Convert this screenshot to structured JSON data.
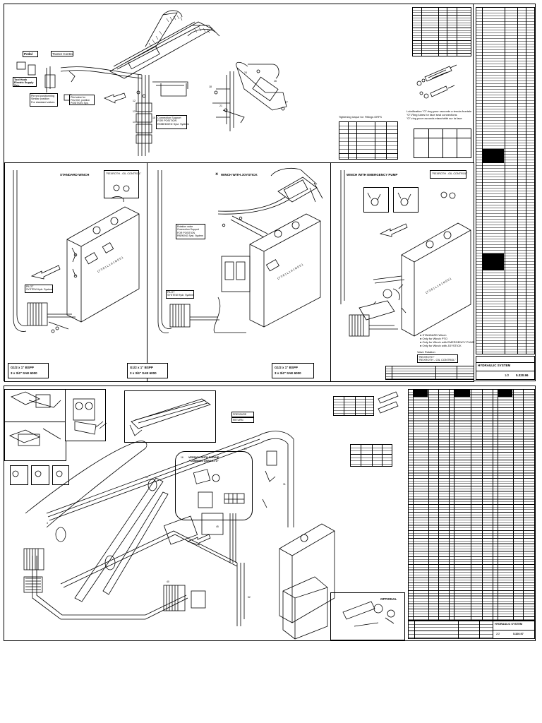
{
  "sheet1": {
    "overview": {
      "call_pedal": "Pedal",
      "call_tractor": "Tractor Control",
      "call_tool": "Tool Hook\nElectric Supply\nSys.",
      "call_pinned": "Pinned positionning\nSimilar position\nFor standard valves",
      "call_pilot": "Pilot valve for\nFirst Ctrl. position\nPOSITION: Sys.",
      "call_connection": "Connection Support\nFOR POSITION\nEMBEDDED Syst. System"
    },
    "panel_standard": {
      "title": "STANDARD WINCH",
      "callout": "\"REXROTH - OIL CONTROL\"",
      "syst_label": "PILOT\nSYSTEM Hydr. System",
      "footer_line1": "G1/2 x 1\" BSPP",
      "footer_line2": "3 x 3/4\" SAE 6000"
    },
    "panel_joystick": {
      "title": "WINCH WITH JOYSTICK",
      "marker": "✳",
      "connection_label": "Rotation valve\nConnection Support\nFOR POSITION\nPARKING Syst. System",
      "syst_label": "PILOT\nSYSTEM Hydr. System",
      "footer_line1": "G1/2 x 1\" BSPP",
      "footer_line2": "3 x 3/4\" SAE 6000"
    },
    "panel_emergency": {
      "title": "WINCH WITH EMERGENCY PUMP",
      "callout": "\"REXROTH - OIL CONTROL\"",
      "footer_line1": "G1/2 x 1\" BSPP",
      "footer_line2": "3 x 3/4\" SAE 6000",
      "legend": [
        "STANDARD Winch",
        "Only for Winch PTO",
        "Only for Winch with EMERGENCY PUMP",
        "Only for Winch with JOYSTICK"
      ],
      "note_title": "Valve Rotation",
      "note_line1": "\"REXROTH\"",
      "note_line2": "\"REXROTH - OIL CONTROL\""
    },
    "notes": {
      "torque_title": "Tightening torque for: Fittings ORFS",
      "oring_lines": [
        "Lubrification \"O\"-ring pour raccords a tenuta frontale",
        "\"O\"-Ring lubes for face seal connections",
        "\"O\"-ring pour raccords etanchéité sur la face"
      ]
    },
    "titleblock": {
      "name": "HYDRAULIC SYSTEM",
      "code": "5.320.96",
      "sheet": "1/2"
    }
  },
  "sheet2": {
    "option_labels": {
      "cummins": "VERSION WITH ENGINE\n\"CUMMINS QSB4.5-T3\"",
      "optional": "OPTIONAL",
      "tag1": "PRESSURE",
      "tag2": "RETURN"
    },
    "titleblock": {
      "name": "HYDRAULIC SYSTEM",
      "code": "5.320.97",
      "sheet": "2/2"
    }
  },
  "colors": {
    "ink": "#000000",
    "paper": "#ffffff"
  }
}
